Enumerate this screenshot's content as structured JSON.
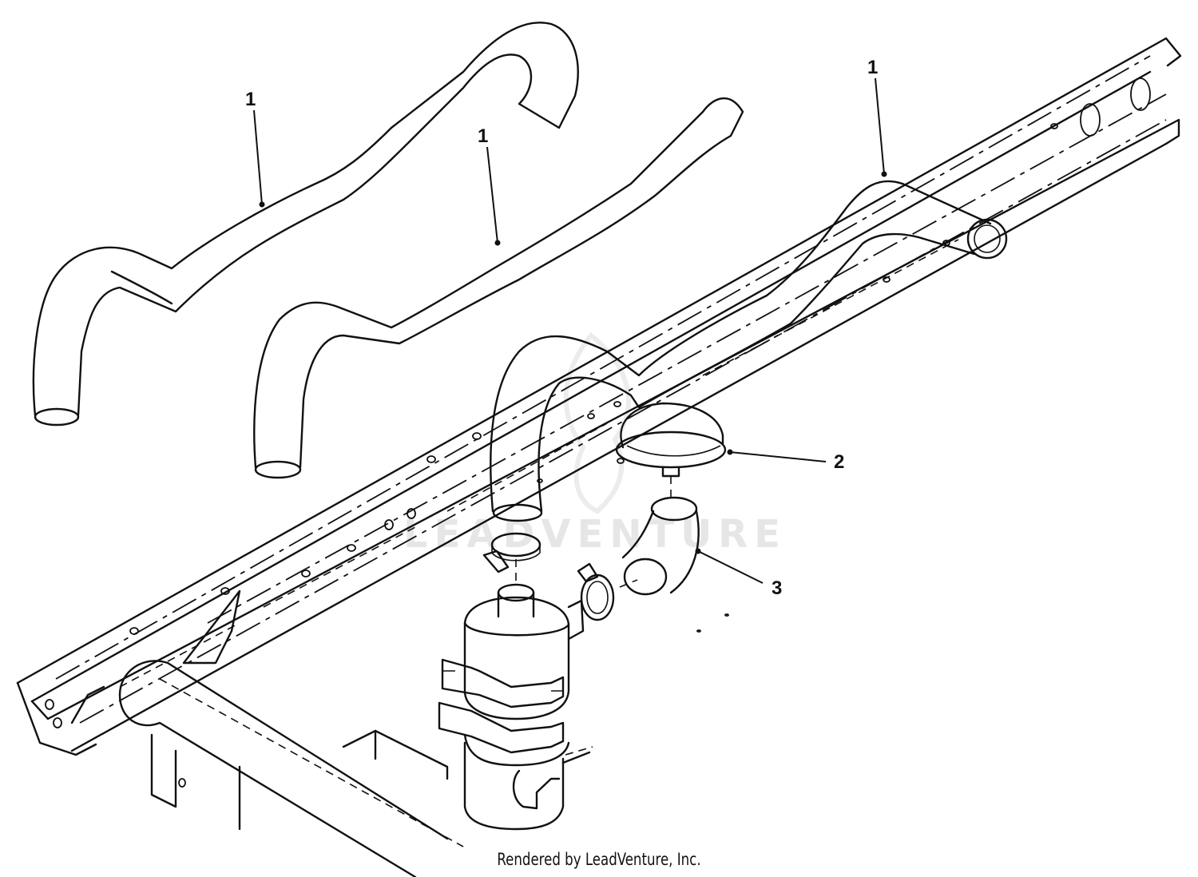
{
  "diagram": {
    "watermark": "LEADVENTURE",
    "callouts": [
      {
        "label": "1",
        "part": "hose-left"
      },
      {
        "label": "1",
        "part": "hose-middle"
      },
      {
        "label": "1",
        "part": "hose-right"
      },
      {
        "label": "2",
        "part": "breather-cap"
      },
      {
        "label": "3",
        "part": "elbow-hose"
      }
    ]
  },
  "footer": {
    "credit": "Rendered by LeadVenture, Inc."
  },
  "colors": {
    "line": "#111111",
    "watermark": "#e6e6e6",
    "background": "#ffffff"
  }
}
